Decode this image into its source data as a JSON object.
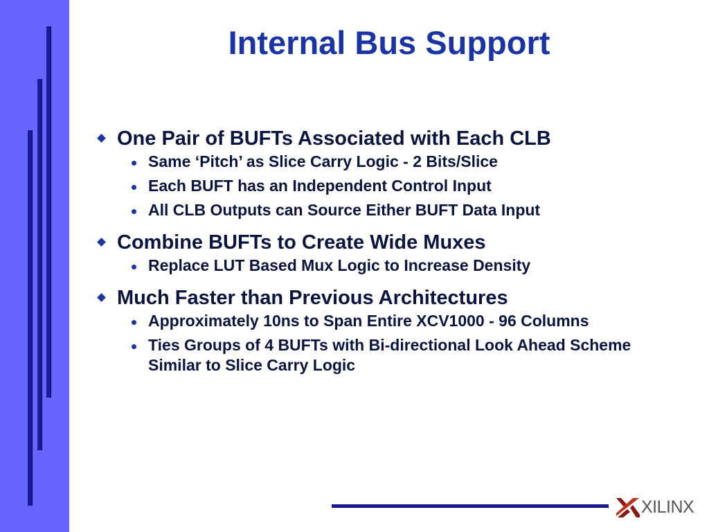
{
  "slide": {
    "title": "Internal Bus Support",
    "bullets": [
      {
        "text": "One Pair of BUFTs Associated with Each CLB",
        "sub": [
          "Same ‘Pitch’ as Slice Carry Logic - 2 Bits/Slice",
          "Each BUFT has an Independent Control Input",
          "All CLB Outputs can Source Either BUFT Data Input"
        ]
      },
      {
        "text": "Combine BUFTs to Create Wide Muxes",
        "sub": [
          "Replace LUT Based Mux Logic to Increase Density"
        ]
      },
      {
        "text": "Much Faster than Previous Architectures",
        "sub": [
          "Approximately 10ns to Span Entire XCV1000 - 96 Columns",
          "Ties Groups of 4 BUFTs with Bi-directional Look Ahead Scheme Similar to Slice Carry Logic"
        ]
      }
    ]
  },
  "logo": {
    "text": "XILINX",
    "icon": "xilinx-x-icon"
  },
  "colors": {
    "sidebar": "#6666ff",
    "accent": "#1a33a6",
    "bars": "#1a1a99",
    "text": "#0a1440"
  }
}
